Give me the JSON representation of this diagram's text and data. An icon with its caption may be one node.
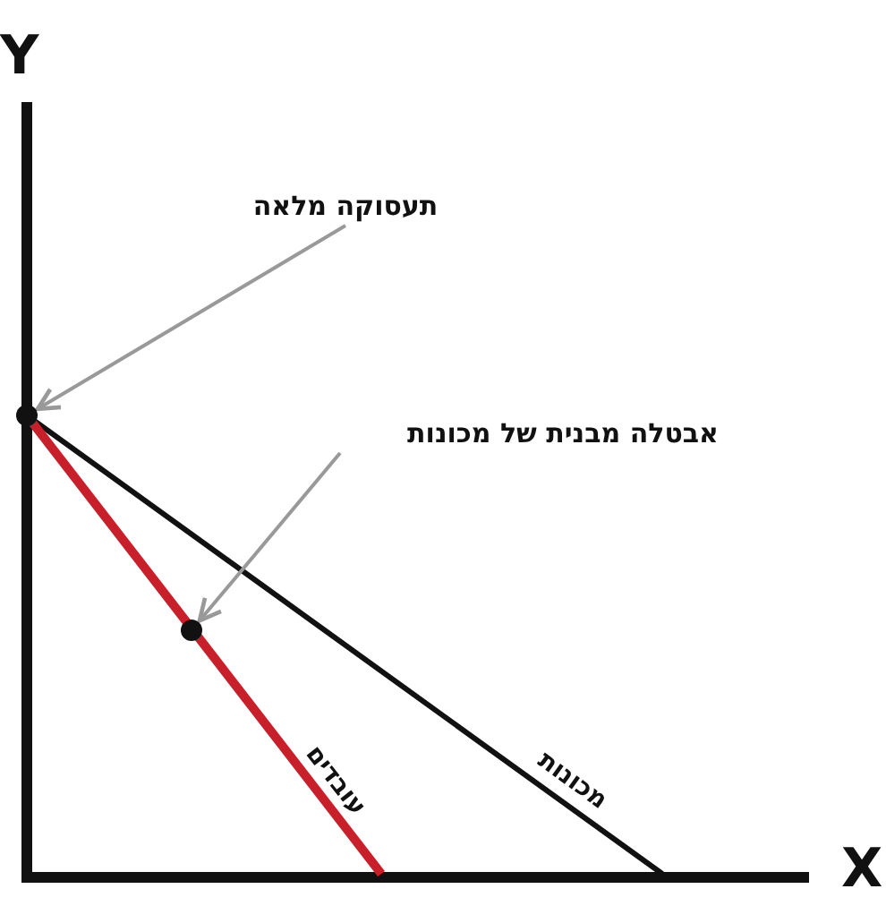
{
  "diagram": {
    "nodes": [
      {
        "text": [
          "תעסוקה מלאה"
        ]
      },
      {
        "text": [],
        "shape": "circle"
      },
      {
        "text": [
          "אבטלה מבנית של מכונות"
        ]
      },
      {
        "text": [],
        "shape": "circle"
      }
    ],
    "edges": [
      {
        "from": 0,
        "to": 1,
        "arrow": "to"
      },
      {
        "from": 2,
        "to": 3,
        "arrow": "to"
      }
    ],
    "labels": [
      "Y",
      "עובדים",
      "מכונות",
      "X"
    ]
  }
}
